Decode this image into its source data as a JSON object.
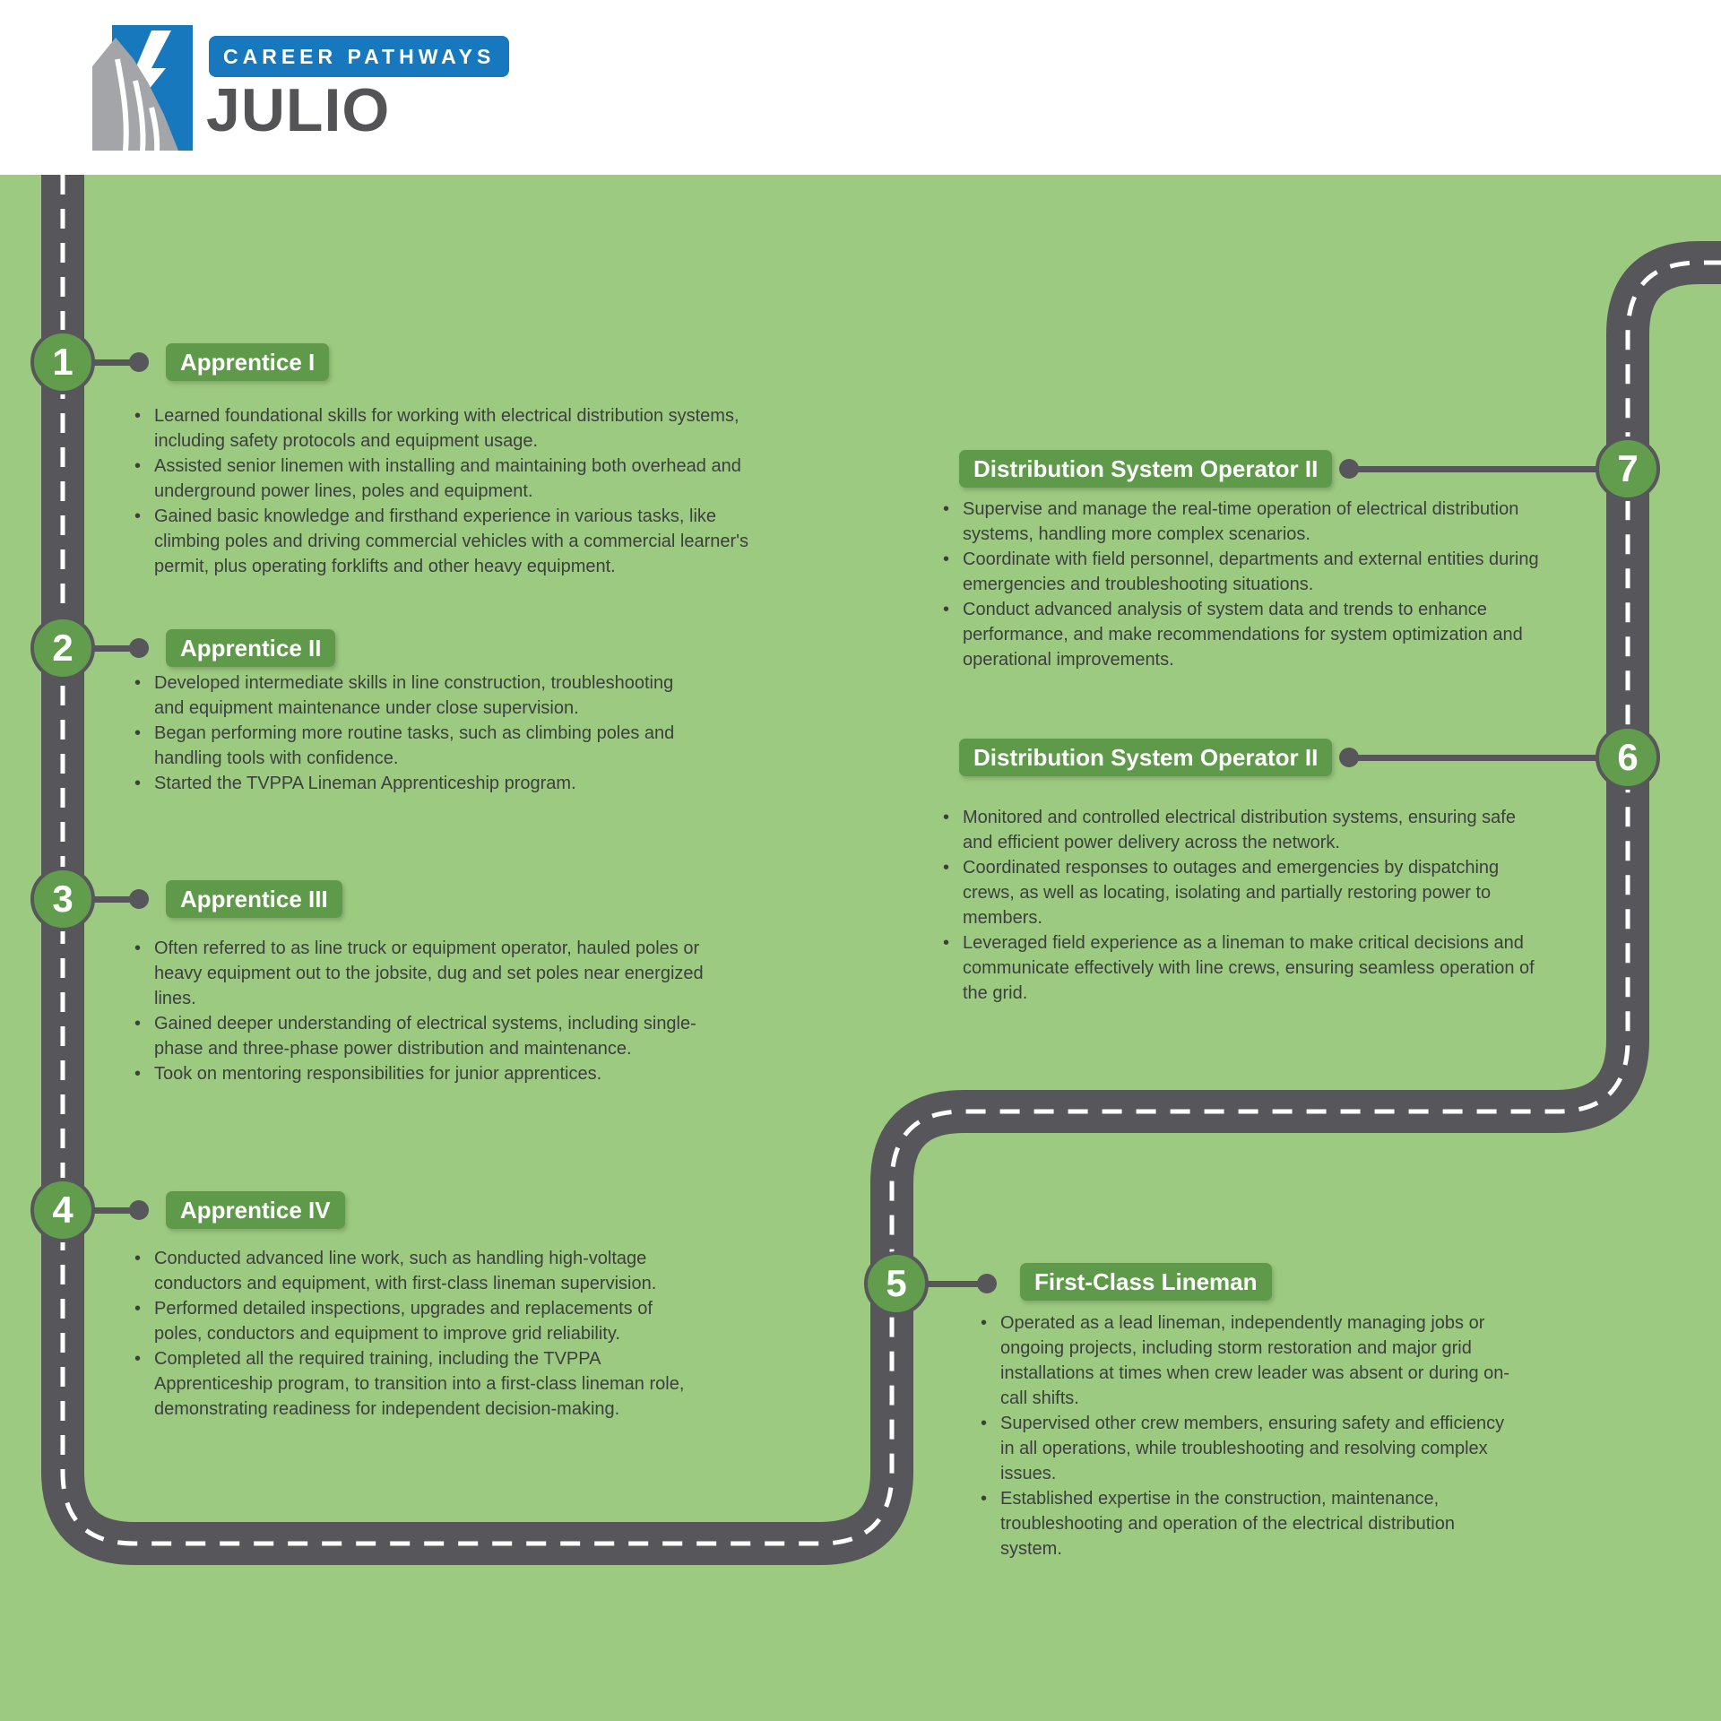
{
  "header": {
    "badge_label": "CAREER PATHWAYS",
    "title": "JULIO"
  },
  "colors": {
    "background_green": "#9CCA80",
    "road_gray": "#57565A",
    "node_green": "#619D4D",
    "badge_green": "#5F9A4A",
    "brand_blue": "#1878BE",
    "title_gray": "#545457",
    "text_dark": "#3D3E40"
  },
  "milestones": [
    {
      "number": "1",
      "title": "Apprentice I",
      "bullets": [
        "Learned foundational skills for working with electrical distribution systems, including safety protocols and equipment usage.",
        "Assisted senior linemen with installing and maintaining both overhead and underground power lines, poles and equipment.",
        "Gained basic knowledge and firsthand experience in various tasks, like climbing poles and driving commercial vehicles with a commercial learner's permit, plus operating forklifts and other heavy equipment."
      ]
    },
    {
      "number": "2",
      "title": "Apprentice II",
      "bullets": [
        "Developed intermediate skills in line construction, troubleshooting and equipment maintenance under close supervision.",
        "Began performing more routine tasks, such as climbing poles and handling tools with confidence.",
        "Started the TVPPA Lineman Apprenticeship program."
      ]
    },
    {
      "number": "3",
      "title": "Apprentice III",
      "bullets": [
        "Often referred to as line truck or equipment operator, hauled poles or heavy equipment out to the jobsite, dug and set poles near energized lines.",
        "Gained deeper understanding of electrical systems, including single-phase and three-phase power distribution and maintenance.",
        "Took on mentoring responsibilities for junior apprentices."
      ]
    },
    {
      "number": "4",
      "title": "Apprentice IV",
      "bullets": [
        "Conducted advanced line work, such as handling high-voltage conductors and equipment, with first-class lineman supervision.",
        "Performed detailed inspections, upgrades and replacements of poles, conductors and equipment to improve grid reliability.",
        "Completed all the required training, including the TVPPA Apprenticeship program, to transition into a first-class lineman role, demonstrating readiness for independent decision-making."
      ]
    },
    {
      "number": "5",
      "title": "First-Class Lineman",
      "bullets": [
        "Operated as a lead lineman, independently managing jobs or ongoing projects, including storm restoration and major grid installations at times when crew leader was absent or during on-call shifts.",
        "Supervised other crew members, ensuring safety and efficiency in all operations, while troubleshooting and resolving complex issues.",
        "Established expertise in the construction, maintenance, troubleshooting and operation of the electrical distribution system."
      ]
    },
    {
      "number": "6",
      "title": "Distribution System Operator II",
      "bullets": [
        "Monitored and controlled electrical distribution systems, ensuring safe and efficient power delivery across the network.",
        "Coordinated responses to outages and emergencies by dispatching crews, as well as locating, isolating and partially restoring power to members.",
        "Leveraged field experience as a lineman to make critical decisions and communicate effectively with line crews, ensuring seamless operation of the grid."
      ]
    },
    {
      "number": "7",
      "title": "Distribution System Operator II",
      "bullets": [
        "Supervise and manage the real-time operation of electrical distribution systems, handling more complex scenarios.",
        "Coordinate with field personnel, departments and external entities during emergencies and troubleshooting situations.",
        "Conduct advanced analysis of system data and trends to enhance performance, and make recommendations for system optimization and operational improvements."
      ]
    }
  ]
}
